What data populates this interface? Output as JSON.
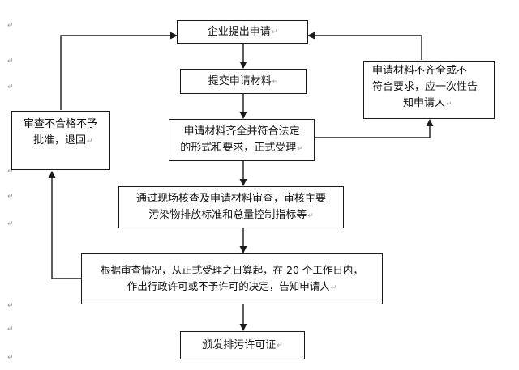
{
  "flowchart": {
    "nodes": {
      "apply": "企业提出申请",
      "submit": "提交申请材料",
      "accept_line1": "申请材料齐全并符合法定",
      "accept_line2": "的形式和要求，正式受理",
      "review_line1": "通过现场核查及申请材料审查，审核主要",
      "review_line2": "污染物排放标准和总量控制指标等",
      "decision_line1": "根据审查情况，从正式受理之日算起，在 20 个工作日内，",
      "decision_line2": "作出行政许可或不予许可的决定，告知申请人",
      "issue": "颁发排污许可证",
      "reject_line1": "审查不合格不予",
      "reject_line2": "批准，退回",
      "incomplete_line1": "申请材料不齐全或不",
      "incomplete_line2": "符合要求，应一次性告",
      "incomplete_line3": "知申请人"
    },
    "return_mark": "↵",
    "line_color": "#1a1a1a"
  }
}
